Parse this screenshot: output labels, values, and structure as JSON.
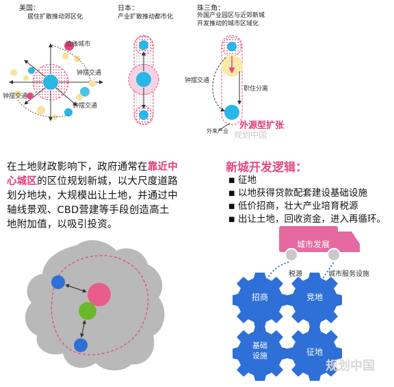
{
  "top_panels": {
    "usa": {
      "title": "美国：",
      "subtitle": "居住扩散推动郊区化",
      "edge_city": "边缘城市",
      "commute_right": "钟摆交通",
      "commute_left": "钟摆交通",
      "commute_bottom": "钟摆交通"
    },
    "japan": {
      "title": "日本：",
      "subtitle": "产业扩散推动都市化"
    },
    "prd": {
      "title": "珠三角：",
      "subtitle_1": "外国产业园区与近郊新城",
      "subtitle_2": "开发推动的城市区域化",
      "commute": "钟摆交通",
      "separation": "职住分离",
      "expansion": "外源型扩张",
      "migrant": "外来产业"
    }
  },
  "middle_text": {
    "part_1": "在土地财政影响下，政府通常在",
    "highlight": "靠近中心城区",
    "part_2": "的区位规划新城，以大尺度道路划分地块，大规模出让土地，并通过中轴线景观、CBD营建等手段创造高土地附加值，以吸引投资。"
  },
  "logic": {
    "title": "新城开发逻辑：",
    "items": [
      "征地",
      "以地获得贷款配套建设基础设施",
      "低价招商，壮大产业培育税源",
      "出让土地，回收资金，进入再循环。"
    ]
  },
  "cycle_diagram": {
    "truck": "城市发展",
    "tax": "税源",
    "services": "城市服务设施",
    "gears": [
      "招商",
      "竞地",
      "基础设施",
      "征地"
    ]
  },
  "watermarks": {
    "top": "规划中国",
    "bottom": "规划中国"
  },
  "colors": {
    "pink": "#e8457f",
    "cyan": "#29b6e8",
    "blue": "#2e6fd8",
    "gray_blob": "#b9b9b9",
    "green": "#6bb82c",
    "yellow": "#f7e39a",
    "purple": "#a87ad8"
  }
}
